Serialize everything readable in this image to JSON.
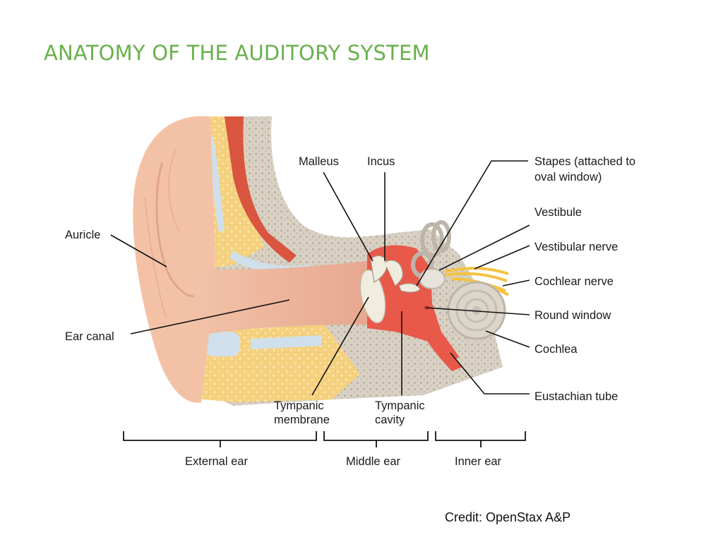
{
  "title": "ANATOMY OF THE AUDITORY SYSTEM",
  "credit": "Credit: OpenStax A&P",
  "labels": {
    "malleus": "Malleus",
    "incus": "Incus",
    "stapes_line1": "Stapes (attached to",
    "stapes_line2": "oval window)",
    "vestibule": "Vestibule",
    "vestibular_nerve": "Vestibular nerve",
    "cochlear_nerve": "Cochlear nerve",
    "round_window": "Round window",
    "cochlea": "Cochlea",
    "eustachian_tube": "Eustachian tube",
    "auricle": "Auricle",
    "ear_canal": "Ear canal",
    "tympanic_membrane_line1": "Tympanic",
    "tympanic_membrane_line2": "membrane",
    "tympanic_cavity_line1": "Tympanic",
    "tympanic_cavity_line2": "cavity"
  },
  "regions": {
    "external_ear": "External ear",
    "middle_ear": "Middle ear",
    "inner_ear": "Inner ear"
  },
  "colors": {
    "title": "#6ab04c",
    "skin": "#f3c2a6",
    "skin_shade": "#e8a988",
    "fat": "#f6d27e",
    "bone": "#d9d2c6",
    "bone_texture": "#c6bcac",
    "middle_ear": "#e8594a",
    "cartilage": "#cfe0ec",
    "nerve": "#f5c242"
  }
}
